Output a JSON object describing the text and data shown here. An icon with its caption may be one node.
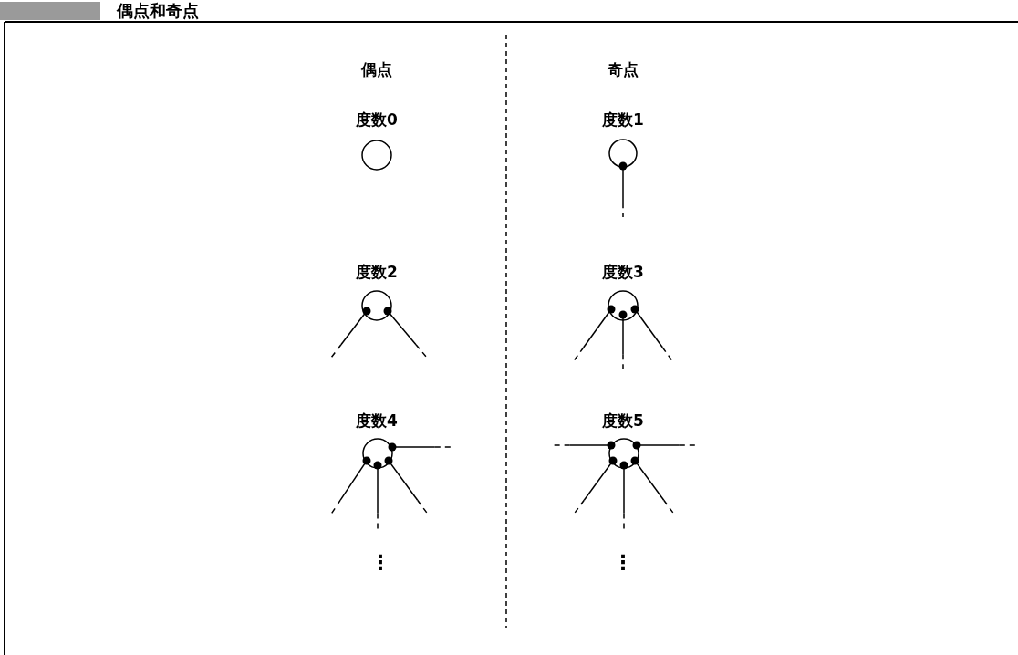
{
  "diagram": {
    "title": "偶点和奇点",
    "nodes": [
      {
        "text": [],
        "shape": "box"
      }
    ],
    "labels": [
      "偶点",
      "奇点",
      "度数0",
      "度数1",
      "度数2",
      "度数3",
      "度数4",
      "度数5",
      "⋮",
      "⋮"
    ]
  }
}
